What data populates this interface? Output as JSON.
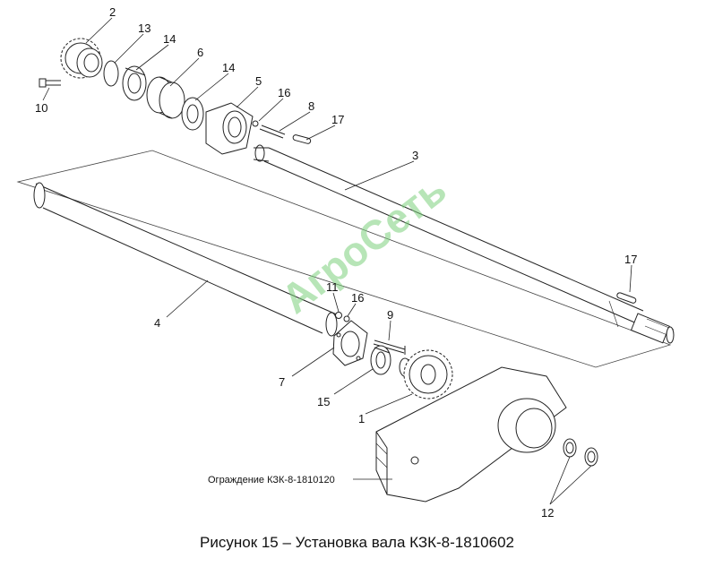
{
  "watermark": "АгроСеть",
  "caption": "Рисунок 15 – Установка вала КЗК-8-1810602",
  "guard_label": "Ограждение КЗК-8-1810120",
  "callouts": {
    "c1": "1",
    "c2": "2",
    "c3": "3",
    "c4": "4",
    "c5": "5",
    "c6": "6",
    "c7": "7",
    "c8": "8",
    "c9": "9",
    "c10": "10",
    "c11": "11",
    "c12": "12",
    "c13": "13",
    "c14a": "14",
    "c14b": "14",
    "c15": "15",
    "c16a": "16",
    "c16b": "16",
    "c17a": "17",
    "c17b": "17"
  }
}
